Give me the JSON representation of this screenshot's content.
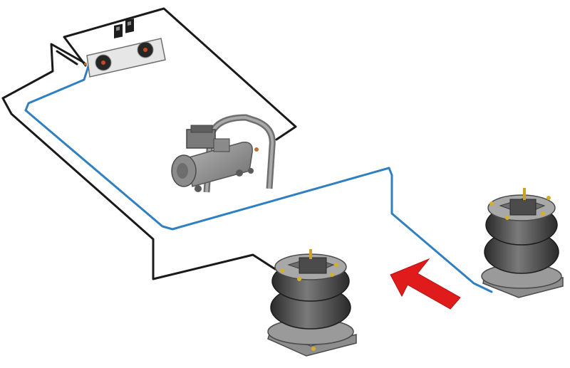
{
  "diagram": {
    "components": [
      {
        "id": "gauge-panel",
        "kind": "dual-gauge control panel with two switches"
      },
      {
        "id": "compressor",
        "kind": "air compressor"
      },
      {
        "id": "air-spring-left",
        "kind": "double-convoluted air spring"
      },
      {
        "id": "air-spring-right",
        "kind": "double-convoluted air spring"
      }
    ],
    "lines": [
      {
        "id": "electrical-line",
        "color": "#1a1a1a"
      },
      {
        "id": "air-line",
        "color": "#2f7fc1"
      }
    ],
    "arrow": {
      "color": "#e01b1b",
      "direction": "up-left"
    }
  }
}
